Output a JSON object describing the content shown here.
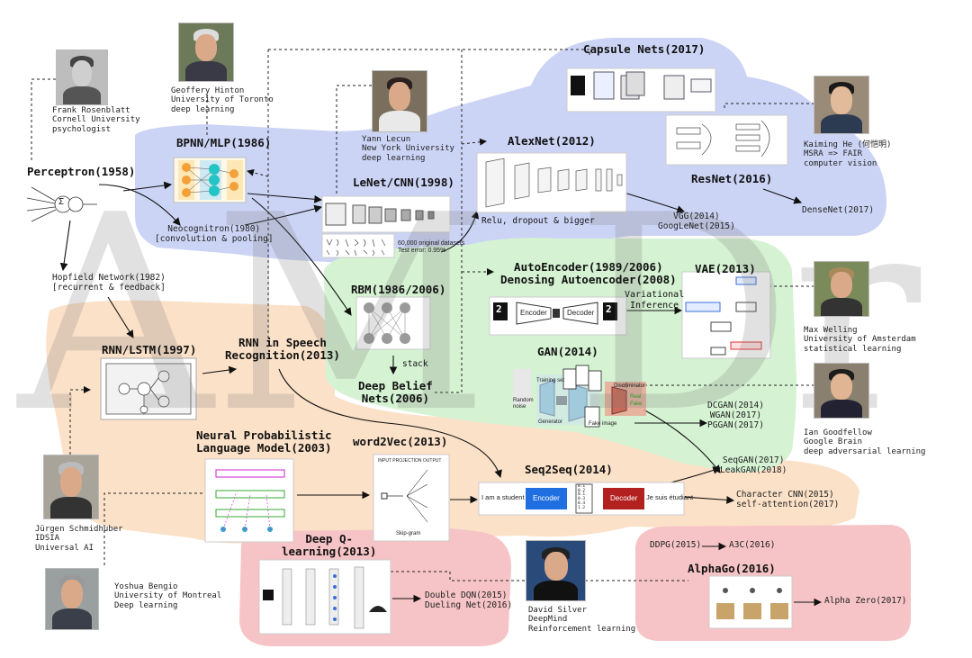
{
  "nodes": {
    "perceptron": "Perceptron(1958)",
    "bpnn": "BPNN/MLP(1986)",
    "neocognitron": "Neocognitron(1980)\n[convolution & pooling]",
    "hopfield": "Hopfield Network(1982)\n[recurrent & feedback]",
    "lenet": "LeNet/CNN(1998)",
    "alexnet": "AlexNet(2012)",
    "alexnet_note": "Relu,  dropout & bigger",
    "capsule": "Capsule Nets(2017)",
    "resnet": "ResNet(2016)",
    "vgg": "VGG(2014)\nGoogLeNet(2015)",
    "densenet": "DenseNet(2017)",
    "rnn_lstm": "RNN/LSTM(1997)",
    "rnn_speech": "RNN in Speech\nRecognition(2013)",
    "rbm": "RBM(1986/2006)",
    "stack": "stack",
    "dbn": "Deep Belief\nNets(2006)",
    "autoencoder": "AutoEncoder(1989/2006)\nDenosing Autoencoder(2008)",
    "variational": "Variational\nInference",
    "vae": "VAE(2013)",
    "gan": "GAN(2014)",
    "dcgan": "DCGAN(2014)\nWGAN(2017)\nPGGAN(2017)",
    "seqgan": "SeqGAN(2017)\nLeakGAN(2018)",
    "nplm": "Neural Probabilistic\nLanguage Model(2003)",
    "word2vec": "word2Vec(2013)",
    "seq2seq": "Seq2Seq(2014)",
    "charcnn": "Character CNN(2015)\nself-attention(2017)",
    "deepq": "Deep Q-\nlearning(2013)",
    "dqn": "Double DQN(2015)\nDueling Net(2016)",
    "ddpg": "DDPG(2015)",
    "a3c": "A3C(2016)",
    "alphago": "AlphaGo(2016)",
    "alphazero": "Alpha Zero(2017)"
  },
  "people": {
    "rosenblatt": "Frank Rosenblatt\nCornell University\npsychologist",
    "hinton": "Geoffery Hinton\nUniversity of Toronto\ndeep learning",
    "lecun": "Yann Lecun\nNew York University\ndeep learning",
    "he": "Kaiming He (何恺明)\nMSRA => FAIR\ncomputer vision",
    "welling": "Max Welling\nUniversity of Amsterdam\nstatistical learning",
    "goodfellow": "Ian Goodfellow\nGoogle Brain\ndeep adversarial learning",
    "schmidhuber": "Jürgen Schmidhuber\nIDSIA\nUniversal AI",
    "bengio": "Yoshua Bengio\nUniversity of Montreal\nDeep learning",
    "silver": "David Silver\nDeepMind\nReinforcement learning"
  },
  "figure_text": {
    "lenet_datasets": "60,000 original datasets\nTest error: 0.95%",
    "encoder": "Encoder",
    "decoder": "Decoder",
    "seq_input": "I am a student",
    "seq_output": "Je suis étudiant",
    "seq_encoder": "Encoder",
    "seq_decoder": "Decoder",
    "vector": "0.1\n0.2\n0.1\n0.3\n0.4\n1.2",
    "skipgram": "Skip-gram",
    "w2v_cols": "INPUT   PROJECTION   OUTPUT",
    "training_set": "Training set",
    "random_noise": "Random\nnoise",
    "generator": "Generator",
    "fake_image": "Fake image",
    "discriminator": "Discriminator",
    "real": "Real",
    "fake": "Fake",
    "ae_digit_in": "2",
    "ae_digit_out": "2",
    "perceptron_formula": "Σ"
  },
  "watermark": "AM  Dr",
  "colors": {
    "blue_region": "#ccd4f5",
    "green_region": "#d5f2d3",
    "orange_region": "#fbe1c8",
    "pink_region": "#f6c4c6",
    "seq_encoder": "#1f6fe0",
    "seq_decoder": "#b32020",
    "node_teal": "#25c4c4",
    "node_orange": "#f3a03a"
  }
}
